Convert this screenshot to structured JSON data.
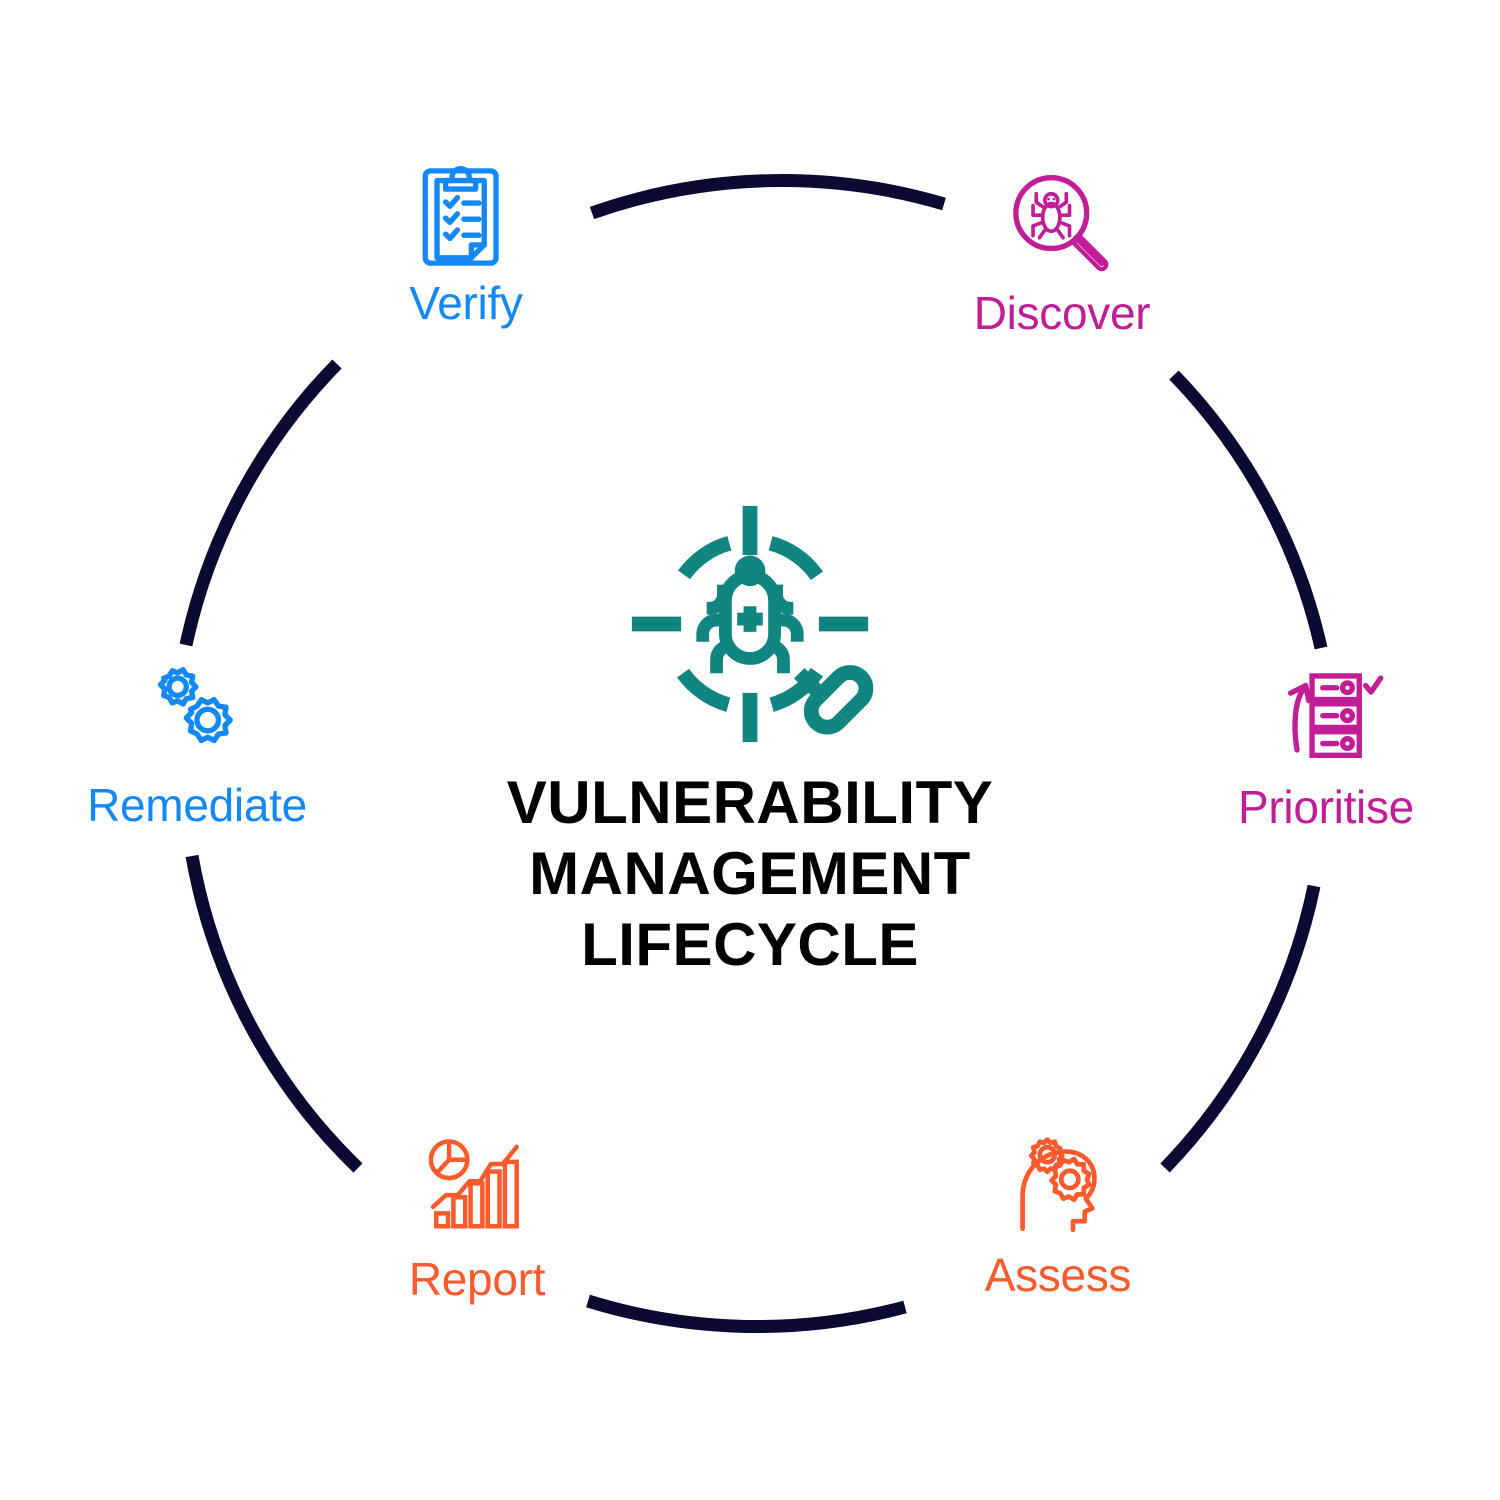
{
  "diagram": {
    "title_lines": [
      "VULNERABILITY",
      "MANAGEMENT",
      "LIFECYCLE"
    ],
    "center_icon": "bug-crosshair-magnifier-icon",
    "ring_color": "#0b0a33",
    "center_icon_color": "#11857f",
    "background": "#ffffff",
    "stages": [
      {
        "id": "discover",
        "label": "Discover",
        "icon": "spider-magnifier-icon",
        "color": "#c01d96",
        "order": 1
      },
      {
        "id": "prioritise",
        "label": "Prioritise",
        "icon": "server-stack-arrow-check-icon",
        "color": "#c01d96",
        "order": 2
      },
      {
        "id": "assess",
        "label": "Assess",
        "icon": "head-gears-icon",
        "color": "#fb5a2d",
        "order": 3
      },
      {
        "id": "report",
        "label": "Report",
        "icon": "bar-chart-pie-trend-icon",
        "color": "#fb5a2d",
        "order": 4
      },
      {
        "id": "remediate",
        "label": "Remediate",
        "icon": "two-gears-icon",
        "color": "#1488f5",
        "order": 5
      },
      {
        "id": "verify",
        "label": "Verify",
        "icon": "clipboard-checklist-icon",
        "color": "#1488f5",
        "order": 6
      }
    ]
  }
}
